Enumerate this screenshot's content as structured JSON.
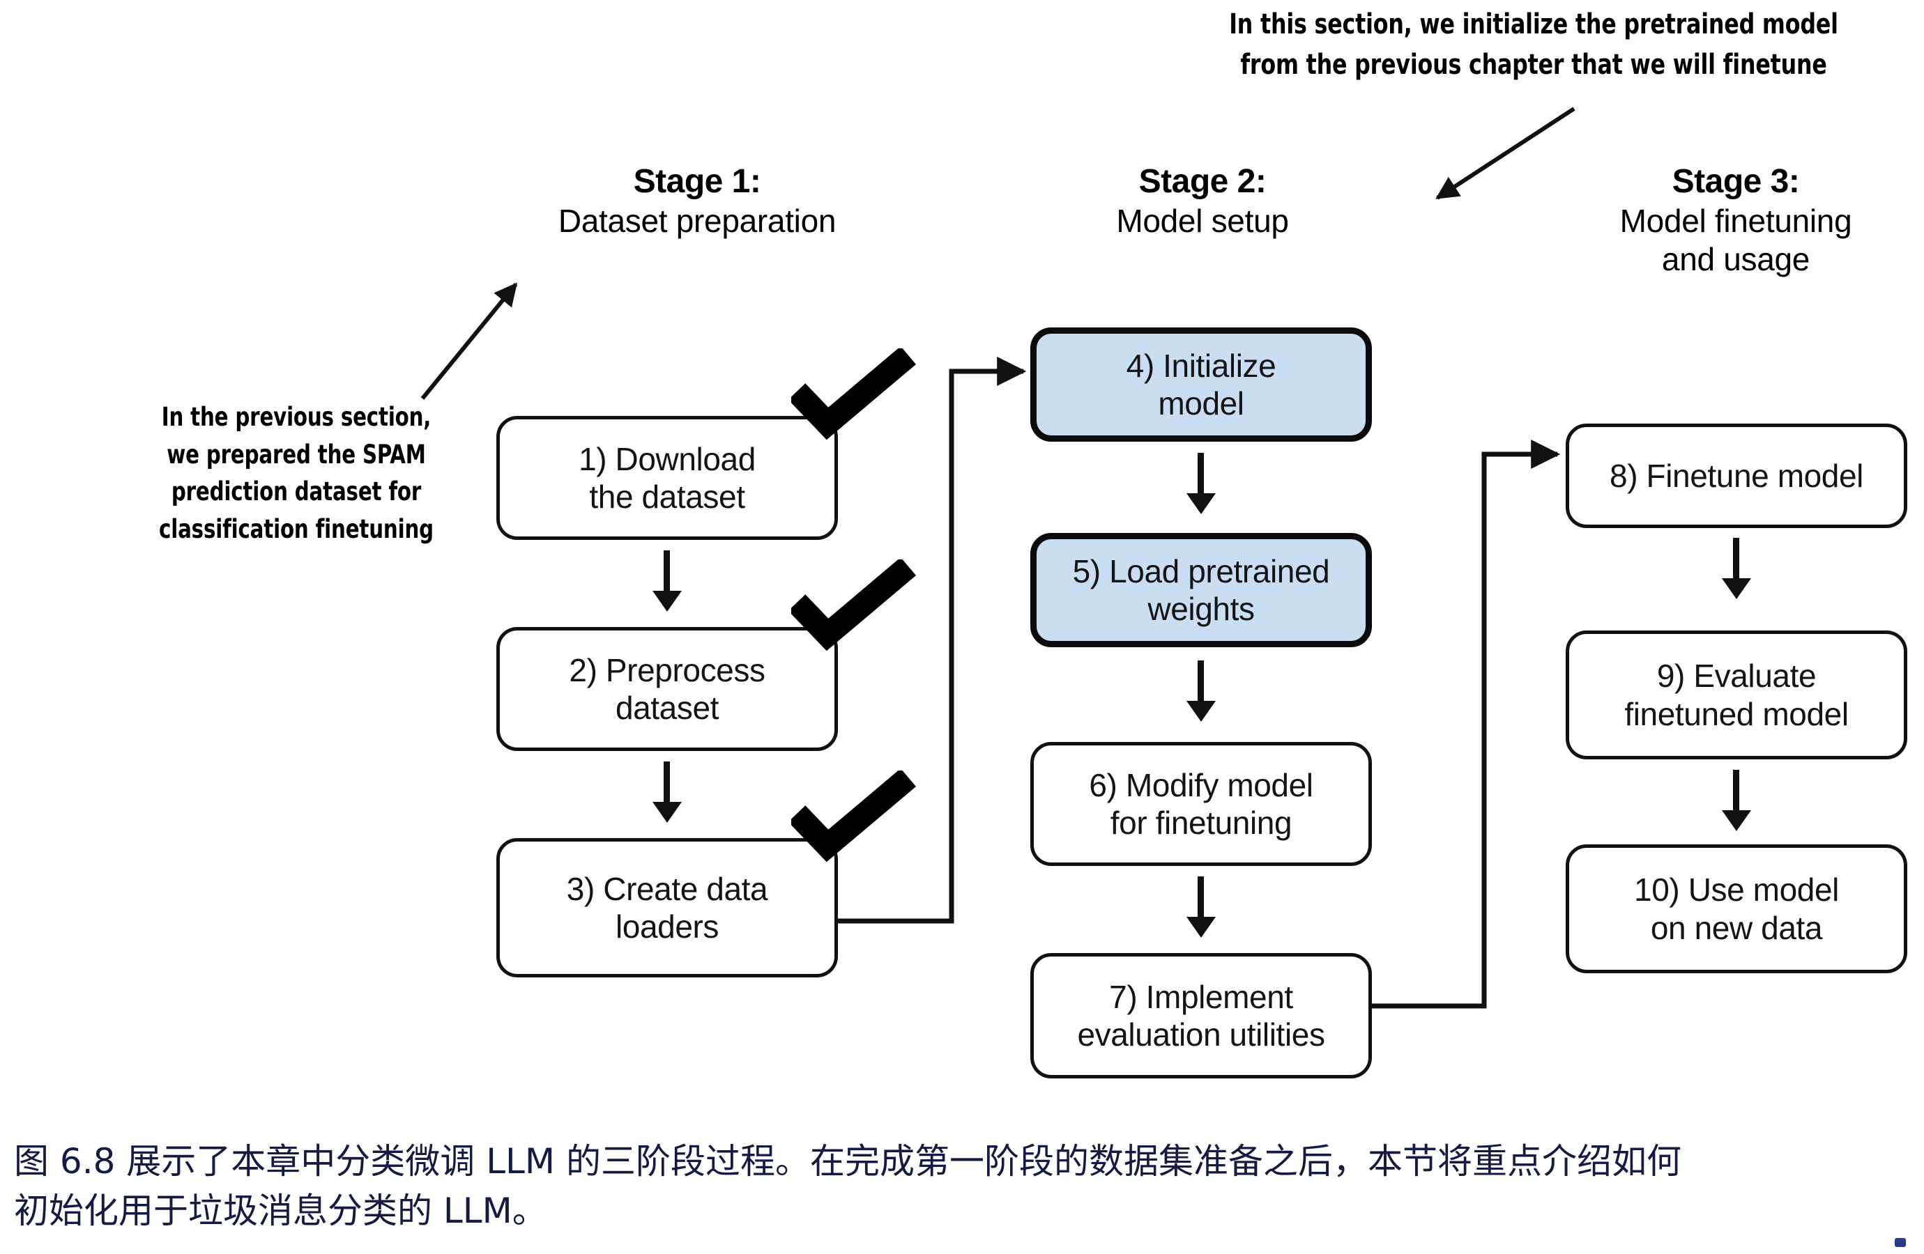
{
  "figure": {
    "annotations": {
      "top": {
        "lines": [
          "In this section, we initialize the pretrained model",
          "from the previous chapter that we will finetune"
        ]
      },
      "left": {
        "lines": [
          "In the previous section,",
          "we prepared the SPAM",
          "prediction dataset for",
          "classification finetuning"
        ]
      }
    },
    "stages": [
      {
        "id": "stage-1",
        "heading": "Stage 1:",
        "subheading": "Dataset preparation"
      },
      {
        "id": "stage-2",
        "heading": "Stage 2:",
        "subheading": "Model setup"
      },
      {
        "id": "stage-3",
        "heading": "Stage 3:",
        "subheading_line1": "Model finetuning",
        "subheading_line2": "and usage"
      }
    ],
    "steps": [
      {
        "n": 1,
        "line1": "1) Download",
        "line2": "the dataset",
        "stage": 1,
        "highlight": false,
        "checked": true
      },
      {
        "n": 2,
        "line1": "2) Preprocess",
        "line2": "dataset",
        "stage": 1,
        "highlight": false,
        "checked": true
      },
      {
        "n": 3,
        "line1": "3) Create data",
        "line2": "loaders",
        "stage": 1,
        "highlight": false,
        "checked": true
      },
      {
        "n": 4,
        "line1": "4) Initialize",
        "line2": "model",
        "stage": 2,
        "highlight": true,
        "checked": false
      },
      {
        "n": 5,
        "line1": "5) Load pretrained",
        "line2": "weights",
        "stage": 2,
        "highlight": true,
        "checked": false
      },
      {
        "n": 6,
        "line1": "6) Modify model",
        "line2": "for finetuning",
        "stage": 2,
        "highlight": false,
        "checked": false
      },
      {
        "n": 7,
        "line1": "7) Implement",
        "line2": "evaluation utilities",
        "stage": 2,
        "highlight": false,
        "checked": false
      },
      {
        "n": 8,
        "line1": "8) Finetune model",
        "line2": "",
        "stage": 3,
        "highlight": false,
        "checked": false
      },
      {
        "n": 9,
        "line1": "9) Evaluate",
        "line2": "finetuned model",
        "stage": 3,
        "highlight": false,
        "checked": false
      },
      {
        "n": 10,
        "line1": "10) Use model",
        "line2": "on new data",
        "stage": 3,
        "highlight": false,
        "checked": false
      }
    ],
    "colors": {
      "highlight_fill": "#c9def3",
      "stroke": "#111111",
      "caption_text": "#141a41",
      "background": "#ffffff"
    }
  },
  "caption": {
    "line1": "图 6.8 展示了本章中分类微调 LLM 的三阶段过程。在完成第一阶段的数据集准备之后，本节将重点介绍如何",
    "line2": "初始化用于垃圾消息分类的 LLM。"
  }
}
